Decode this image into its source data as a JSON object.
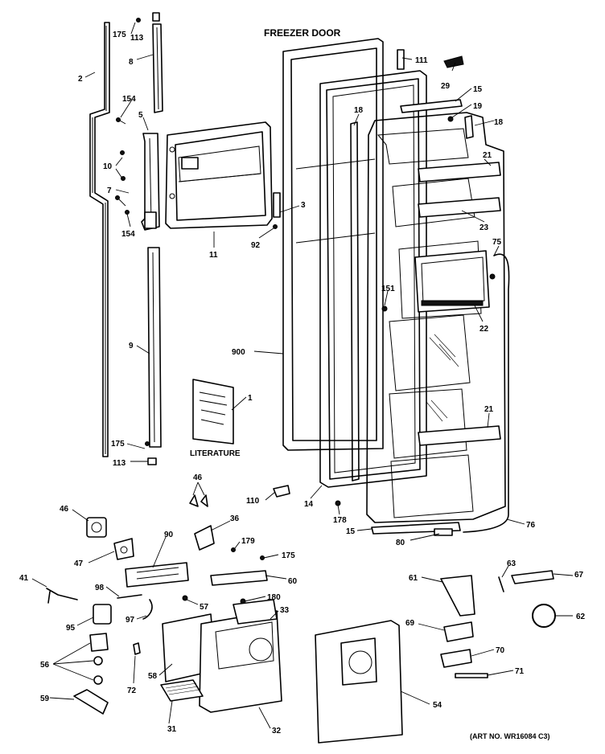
{
  "title": "FREEZER DOOR",
  "art_number": "(ART NO. WR16084 C3)",
  "literature_label": "LITERATURE",
  "callouts": {
    "c175a": "175",
    "c113a": "113",
    "c8": "8",
    "c2": "2",
    "c154a": "154",
    "c5": "5",
    "c10": "10",
    "c7": "7",
    "c154b": "154",
    "c11": "11",
    "c92": "92",
    "c3": "3",
    "c9": "9",
    "c900": "900",
    "c1": "1",
    "c175b": "175",
    "c113b": "113",
    "c111": "111",
    "c29": "29",
    "c15a": "15",
    "c19": "19",
    "c18a": "18",
    "c18b": "18",
    "c21a": "21",
    "c23": "23",
    "c75": "75",
    "c151": "151",
    "c22": "22",
    "c21b": "21",
    "c14": "14",
    "c178": "178",
    "c15b": "15",
    "c80": "80",
    "c76": "76",
    "c46a": "46",
    "c46b": "46",
    "c110": "110",
    "c36": "36",
    "c47": "47",
    "c90": "90",
    "c179": "179",
    "c175c": "175",
    "c41": "41",
    "c98": "98",
    "c60": "60",
    "c57": "57",
    "c180": "180",
    "c95": "95",
    "c97": "97",
    "c33": "33",
    "c56": "56",
    "c58": "58",
    "c72": "72",
    "c59": "59",
    "c31": "31",
    "c32": "32",
    "c54": "54",
    "c61": "61",
    "c63": "63",
    "c67": "67",
    "c62": "62",
    "c69": "69",
    "c70": "70",
    "c71": "71"
  }
}
